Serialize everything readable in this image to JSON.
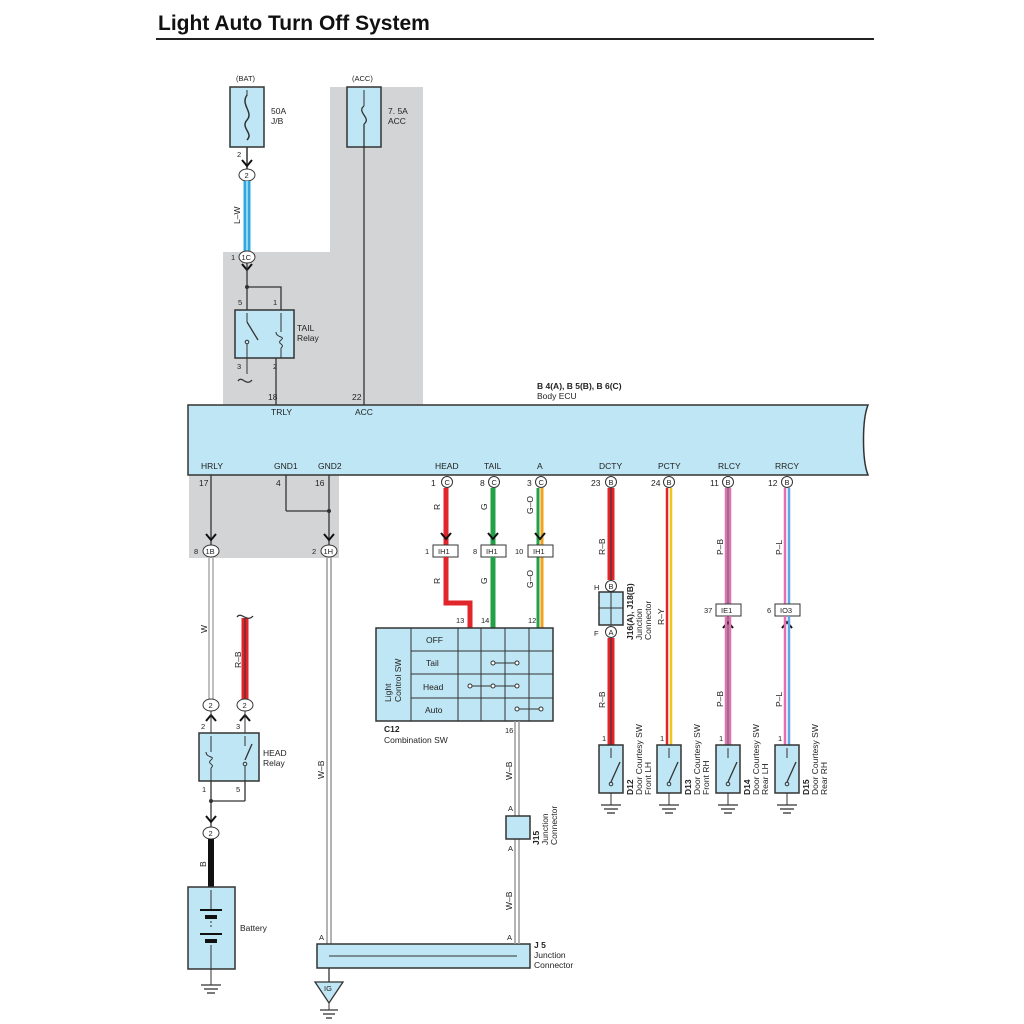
{
  "title": "Light Auto Turn Off System",
  "colors": {
    "shade": "#d3d4d6",
    "component_fill": "#bfe6f4",
    "line": "#333333",
    "wire_L_W": "#2fa9e0",
    "wire_R": "#e0262b",
    "wire_G": "#23a048",
    "wire_G_O_green": "#23a048",
    "wire_G_O_orange": "#f0a21c",
    "wire_R_B_red": "#e0262b",
    "wire_R_Y_red": "#e0262b",
    "wire_R_Y_yellow": "#f0c419",
    "wire_P_B_pink": "#e46fb4",
    "wire_P_L_pink": "#e46fb4",
    "wire_P_L_blue": "#5aa8e6",
    "wire_W": "#aaaaaa",
    "wire_W_B": "#9a9a9a",
    "wire_B": "#111111"
  },
  "power": {
    "bat": {
      "label": "(BAT)",
      "fuse_rating": "50A",
      "fuse_location": "J/B",
      "pin": "2",
      "connector": "2",
      "wire": "L–W"
    },
    "acc": {
      "label": "(ACC)",
      "fuse_rating": "7. 5A",
      "fuse_name": "ACC"
    }
  },
  "tail_relay": {
    "name_line1": "TAIL",
    "name_line2": "Relay",
    "connector": "1C",
    "connector_pin": "1",
    "pin_tl": "5",
    "pin_tr": "1",
    "pin_bl": "3",
    "pin_br": "2"
  },
  "ecu": {
    "code": "B 4(A), B 5(B), B 6(C)",
    "name": "Body ECU",
    "top_terminals": [
      {
        "pin": "18",
        "name": "TRLY"
      },
      {
        "pin": "22",
        "name": "ACC"
      }
    ],
    "bottom_terminals": [
      {
        "name": "HRLY",
        "pin": "17",
        "conn": ""
      },
      {
        "name": "GND1",
        "pin": "4",
        "conn": ""
      },
      {
        "name": "GND2",
        "pin": "16",
        "conn": ""
      },
      {
        "name": "HEAD",
        "pin": "1",
        "conn": "C"
      },
      {
        "name": "TAIL",
        "pin": "8",
        "conn": "C"
      },
      {
        "name": "A",
        "pin": "3",
        "conn": "C"
      },
      {
        "name": "DCTY",
        "pin": "23",
        "conn": "B"
      },
      {
        "name": "PCTY",
        "pin": "24",
        "conn": "B"
      },
      {
        "name": "RLCY",
        "pin": "11",
        "conn": "B"
      },
      {
        "name": "RRCY",
        "pin": "12",
        "conn": "B"
      }
    ]
  },
  "connectors": {
    "c1B": {
      "pin": "8",
      "label": "1B"
    },
    "c1H": {
      "pin": "2",
      "label": "1H"
    },
    "ih1_head": {
      "pin": "1",
      "label": "IH1"
    },
    "ih1_tail": {
      "pin": "8",
      "label": "IH1"
    },
    "ih1_a": {
      "pin": "10",
      "label": "IH1"
    },
    "ie1": {
      "pin": "37",
      "label": "IE1"
    },
    "io3": {
      "pin": "6",
      "label": "IO3"
    }
  },
  "wires": {
    "hrly": "W",
    "gnd": "W–B",
    "head": "R",
    "tail": "G",
    "a": "G–O",
    "dcty": "R–B",
    "pcty": "R–Y",
    "rlcy": "P–B",
    "rrcy": "P–L",
    "head_relay_in": "R–B",
    "battery": "B",
    "comb_out": "W–B",
    "j15_out": "W–B"
  },
  "junction_j16": {
    "code": "J16(A), J18(B)",
    "name_line1": "Junction",
    "name_line2": "Connector",
    "pin_top": "H",
    "conn_top": "B",
    "pin_bottom": "F",
    "conn_bottom": "A"
  },
  "combination_sw": {
    "code": "C12",
    "name": "Combination SW",
    "side_line1": "Light",
    "side_line2": "Control SW",
    "rows": [
      "OFF",
      "Tail",
      "Head",
      "Auto"
    ],
    "pin_head": "13",
    "pin_tail": "14",
    "pin_a": "12",
    "pin_out": "16"
  },
  "head_relay": {
    "name_line1": "HEAD",
    "name_line2": "Relay",
    "conn_left": "2",
    "pin_left": "2",
    "conn_right": "2",
    "pin_right": "3",
    "pin_bl": "1",
    "pin_br": "5",
    "conn_bottom": "2"
  },
  "battery": {
    "name": "Battery"
  },
  "junction_j15": {
    "code": "J15",
    "name_line1": "Junction",
    "name_line2": "Connector",
    "pin_top": "A",
    "pin_bottom": "A"
  },
  "junction_j5": {
    "code": "J 5",
    "name_line1": "Junction",
    "name_line2": "Connector",
    "pin_left": "A",
    "pin_right": "A"
  },
  "ground_ig": {
    "label": "IG"
  },
  "door_switches": [
    {
      "code": "D12",
      "line1": "Door Courtesy SW",
      "line2": "Front LH",
      "pin": "1"
    },
    {
      "code": "D13",
      "line1": "Door Courtesy SW",
      "line2": "Front RH",
      "pin": "1"
    },
    {
      "code": "D14",
      "line1": "Door Courtesy SW",
      "line2": "Rear LH",
      "pin": "1"
    },
    {
      "code": "D15",
      "line1": "Door Courtesy SW",
      "line2": "Rear RH",
      "pin": "1"
    }
  ]
}
